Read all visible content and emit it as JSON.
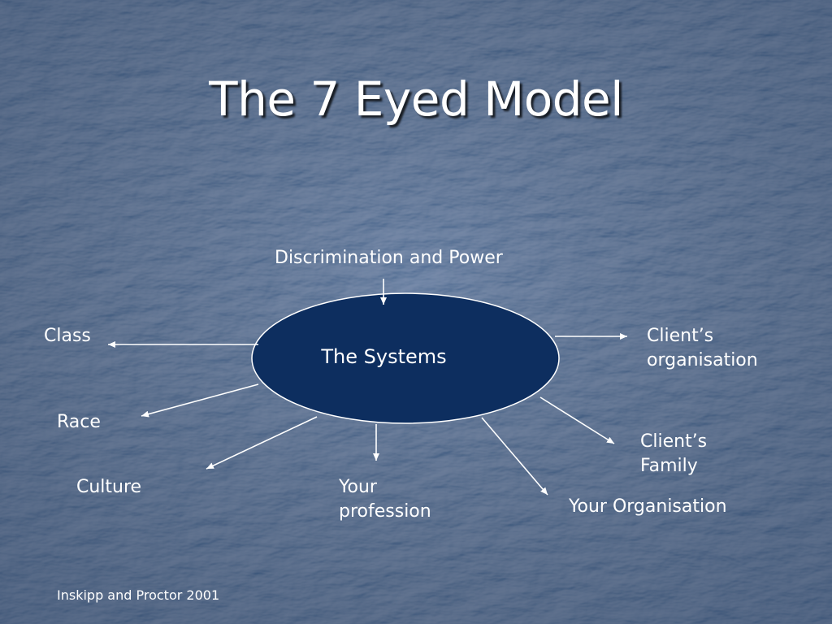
{
  "slide": {
    "title": "The 7 Eyed Model",
    "footer": "Inskipp and Proctor 2001"
  },
  "diagram": {
    "center": "The Systems",
    "nodes": {
      "discrimination": "Discrimination and Power",
      "class": "Class",
      "clients_org_line1": "Client’s",
      "clients_org_line2": "organisation",
      "race": "Race",
      "clients_family_line1": "Client’s",
      "clients_family_line2": "Family",
      "culture": "Culture",
      "your_profession_line1": "Your",
      "your_profession_line2": "profession",
      "your_organisation": "Your Organisation"
    }
  },
  "colors": {
    "background": "#4a6d98",
    "ellipse_fill": "#0d2e5f",
    "ellipse_stroke": "#ffffff",
    "arrow": "#ffffff",
    "text": "#ffffff"
  }
}
